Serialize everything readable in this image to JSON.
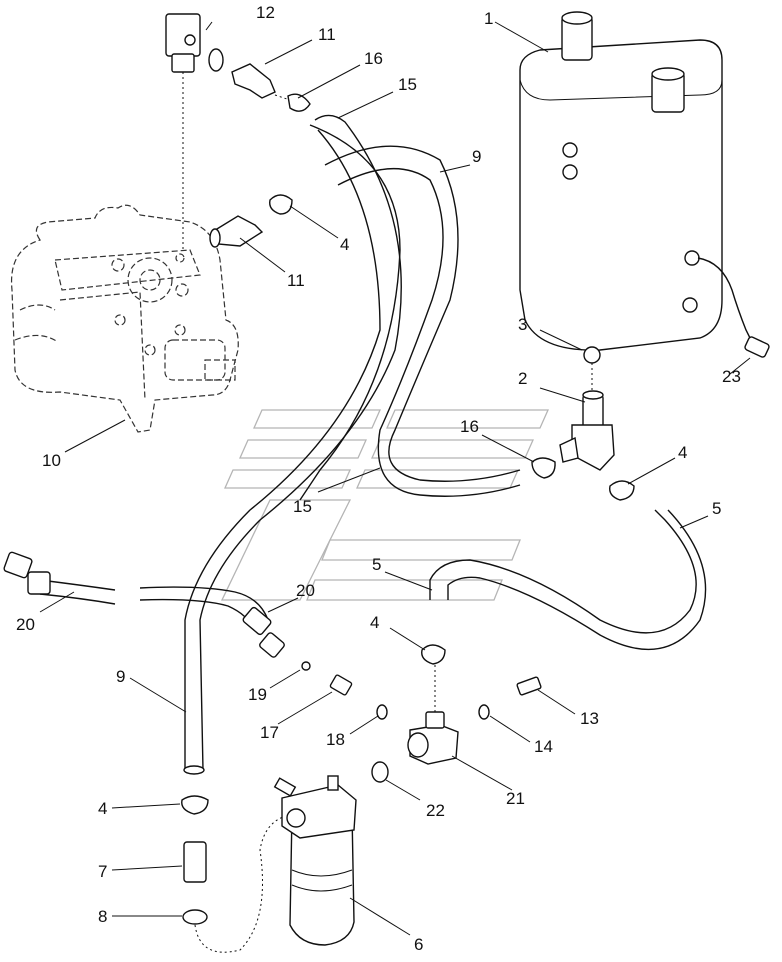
{
  "callouts": {
    "c1": "1",
    "c2": "2",
    "c3": "3",
    "c4a": "4",
    "c4b": "4",
    "c4c": "4",
    "c4d": "4",
    "c5a": "5",
    "c5b": "5",
    "c6": "6",
    "c7": "7",
    "c8": "8",
    "c9a": "9",
    "c9b": "9",
    "c10": "10",
    "c11a": "11",
    "c11b": "11",
    "c12": "12",
    "c13": "13",
    "c14": "14",
    "c15a": "15",
    "c15b": "15",
    "c16a": "16",
    "c16b": "16",
    "c17": "17",
    "c18": "18",
    "c19": "19",
    "c20a": "20",
    "c20b": "20",
    "c21": "21",
    "c22": "22",
    "c23": "23"
  }
}
